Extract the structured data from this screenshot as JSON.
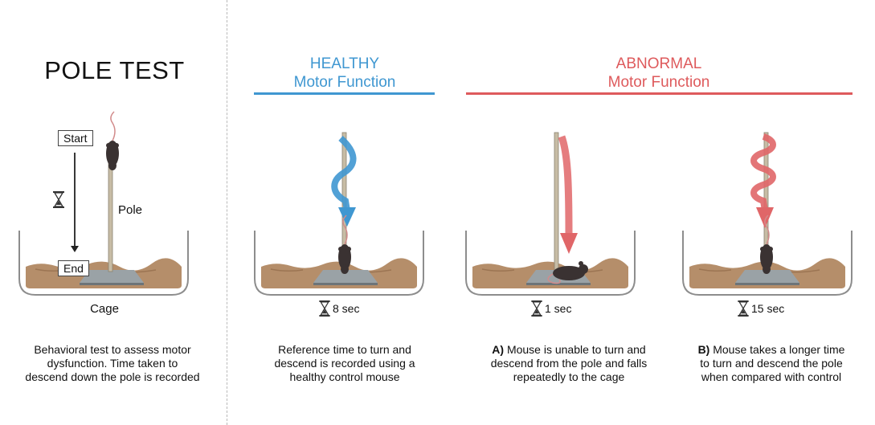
{
  "title": "POLE TEST",
  "diagram_labels": {
    "start": "Start",
    "end": "End",
    "pole": "Pole",
    "cage": "Cage"
  },
  "groups": {
    "healthy": {
      "line1": "HEALTHY",
      "line2": "Motor Function",
      "color": "#3f97d1"
    },
    "abnormal": {
      "line1": "ABNORMAL",
      "line2": "Motor Function",
      "color": "#de5a5c"
    }
  },
  "panels": [
    {
      "time": "8 sec",
      "prefix": "",
      "desc": [
        "Reference time to turn and",
        "descend is recorded using a",
        "healthy control mouse"
      ]
    },
    {
      "time": "1 sec",
      "prefix": "A)",
      "desc": [
        "Mouse is unable to turn and",
        "descend from the pole and falls",
        "repeatedly to the cage"
      ]
    },
    {
      "time": "15 sec",
      "prefix": "B)",
      "desc": [
        "Mouse takes a longer time",
        "to turn and descend the pole",
        "when compared with control"
      ]
    }
  ],
  "intro": [
    "Behavioral test to assess motor",
    "dysfunction. Time taken to",
    "descend down the pole is recorded"
  ],
  "icons": [
    "hourglass-icon",
    "mouse-icon",
    "arrow-down-icon"
  ]
}
